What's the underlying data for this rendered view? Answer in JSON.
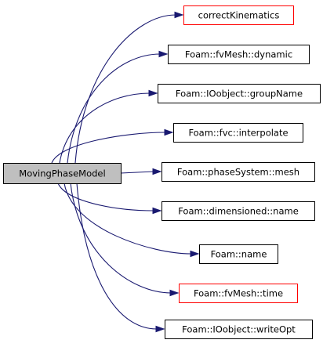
{
  "colors": {
    "edge": "#191970",
    "node_border": "#000000",
    "node_border_linked_missing": "#ff0000",
    "node_fill": "#ffffff",
    "root_fill": "#bfbfbf"
  },
  "graph": {
    "root": {
      "id": "root",
      "label": "MovingPhaseModel"
    },
    "nodes": [
      {
        "id": "correctKinematics",
        "label": "correctKinematics",
        "border": "red"
      },
      {
        "id": "dynamic",
        "label": "Foam::fvMesh::dynamic",
        "border": "black"
      },
      {
        "id": "groupName",
        "label": "Foam::IOobject::groupName",
        "border": "black"
      },
      {
        "id": "interpolate",
        "label": "Foam::fvc::interpolate",
        "border": "black"
      },
      {
        "id": "mesh",
        "label": "Foam::phaseSystem::mesh",
        "border": "black"
      },
      {
        "id": "dimname",
        "label": "Foam::dimensioned::name",
        "border": "black"
      },
      {
        "id": "name",
        "label": "Foam::name",
        "border": "black"
      },
      {
        "id": "time",
        "label": "Foam::fvMesh::time",
        "border": "red"
      },
      {
        "id": "writeOpt",
        "label": "Foam::IOobject::writeOpt",
        "border": "black"
      }
    ],
    "edges": [
      {
        "from": "root",
        "to": "correctKinematics"
      },
      {
        "from": "root",
        "to": "dynamic"
      },
      {
        "from": "root",
        "to": "groupName"
      },
      {
        "from": "root",
        "to": "interpolate"
      },
      {
        "from": "root",
        "to": "mesh"
      },
      {
        "from": "root",
        "to": "dimname"
      },
      {
        "from": "root",
        "to": "name"
      },
      {
        "from": "root",
        "to": "time"
      },
      {
        "from": "root",
        "to": "writeOpt"
      }
    ]
  }
}
